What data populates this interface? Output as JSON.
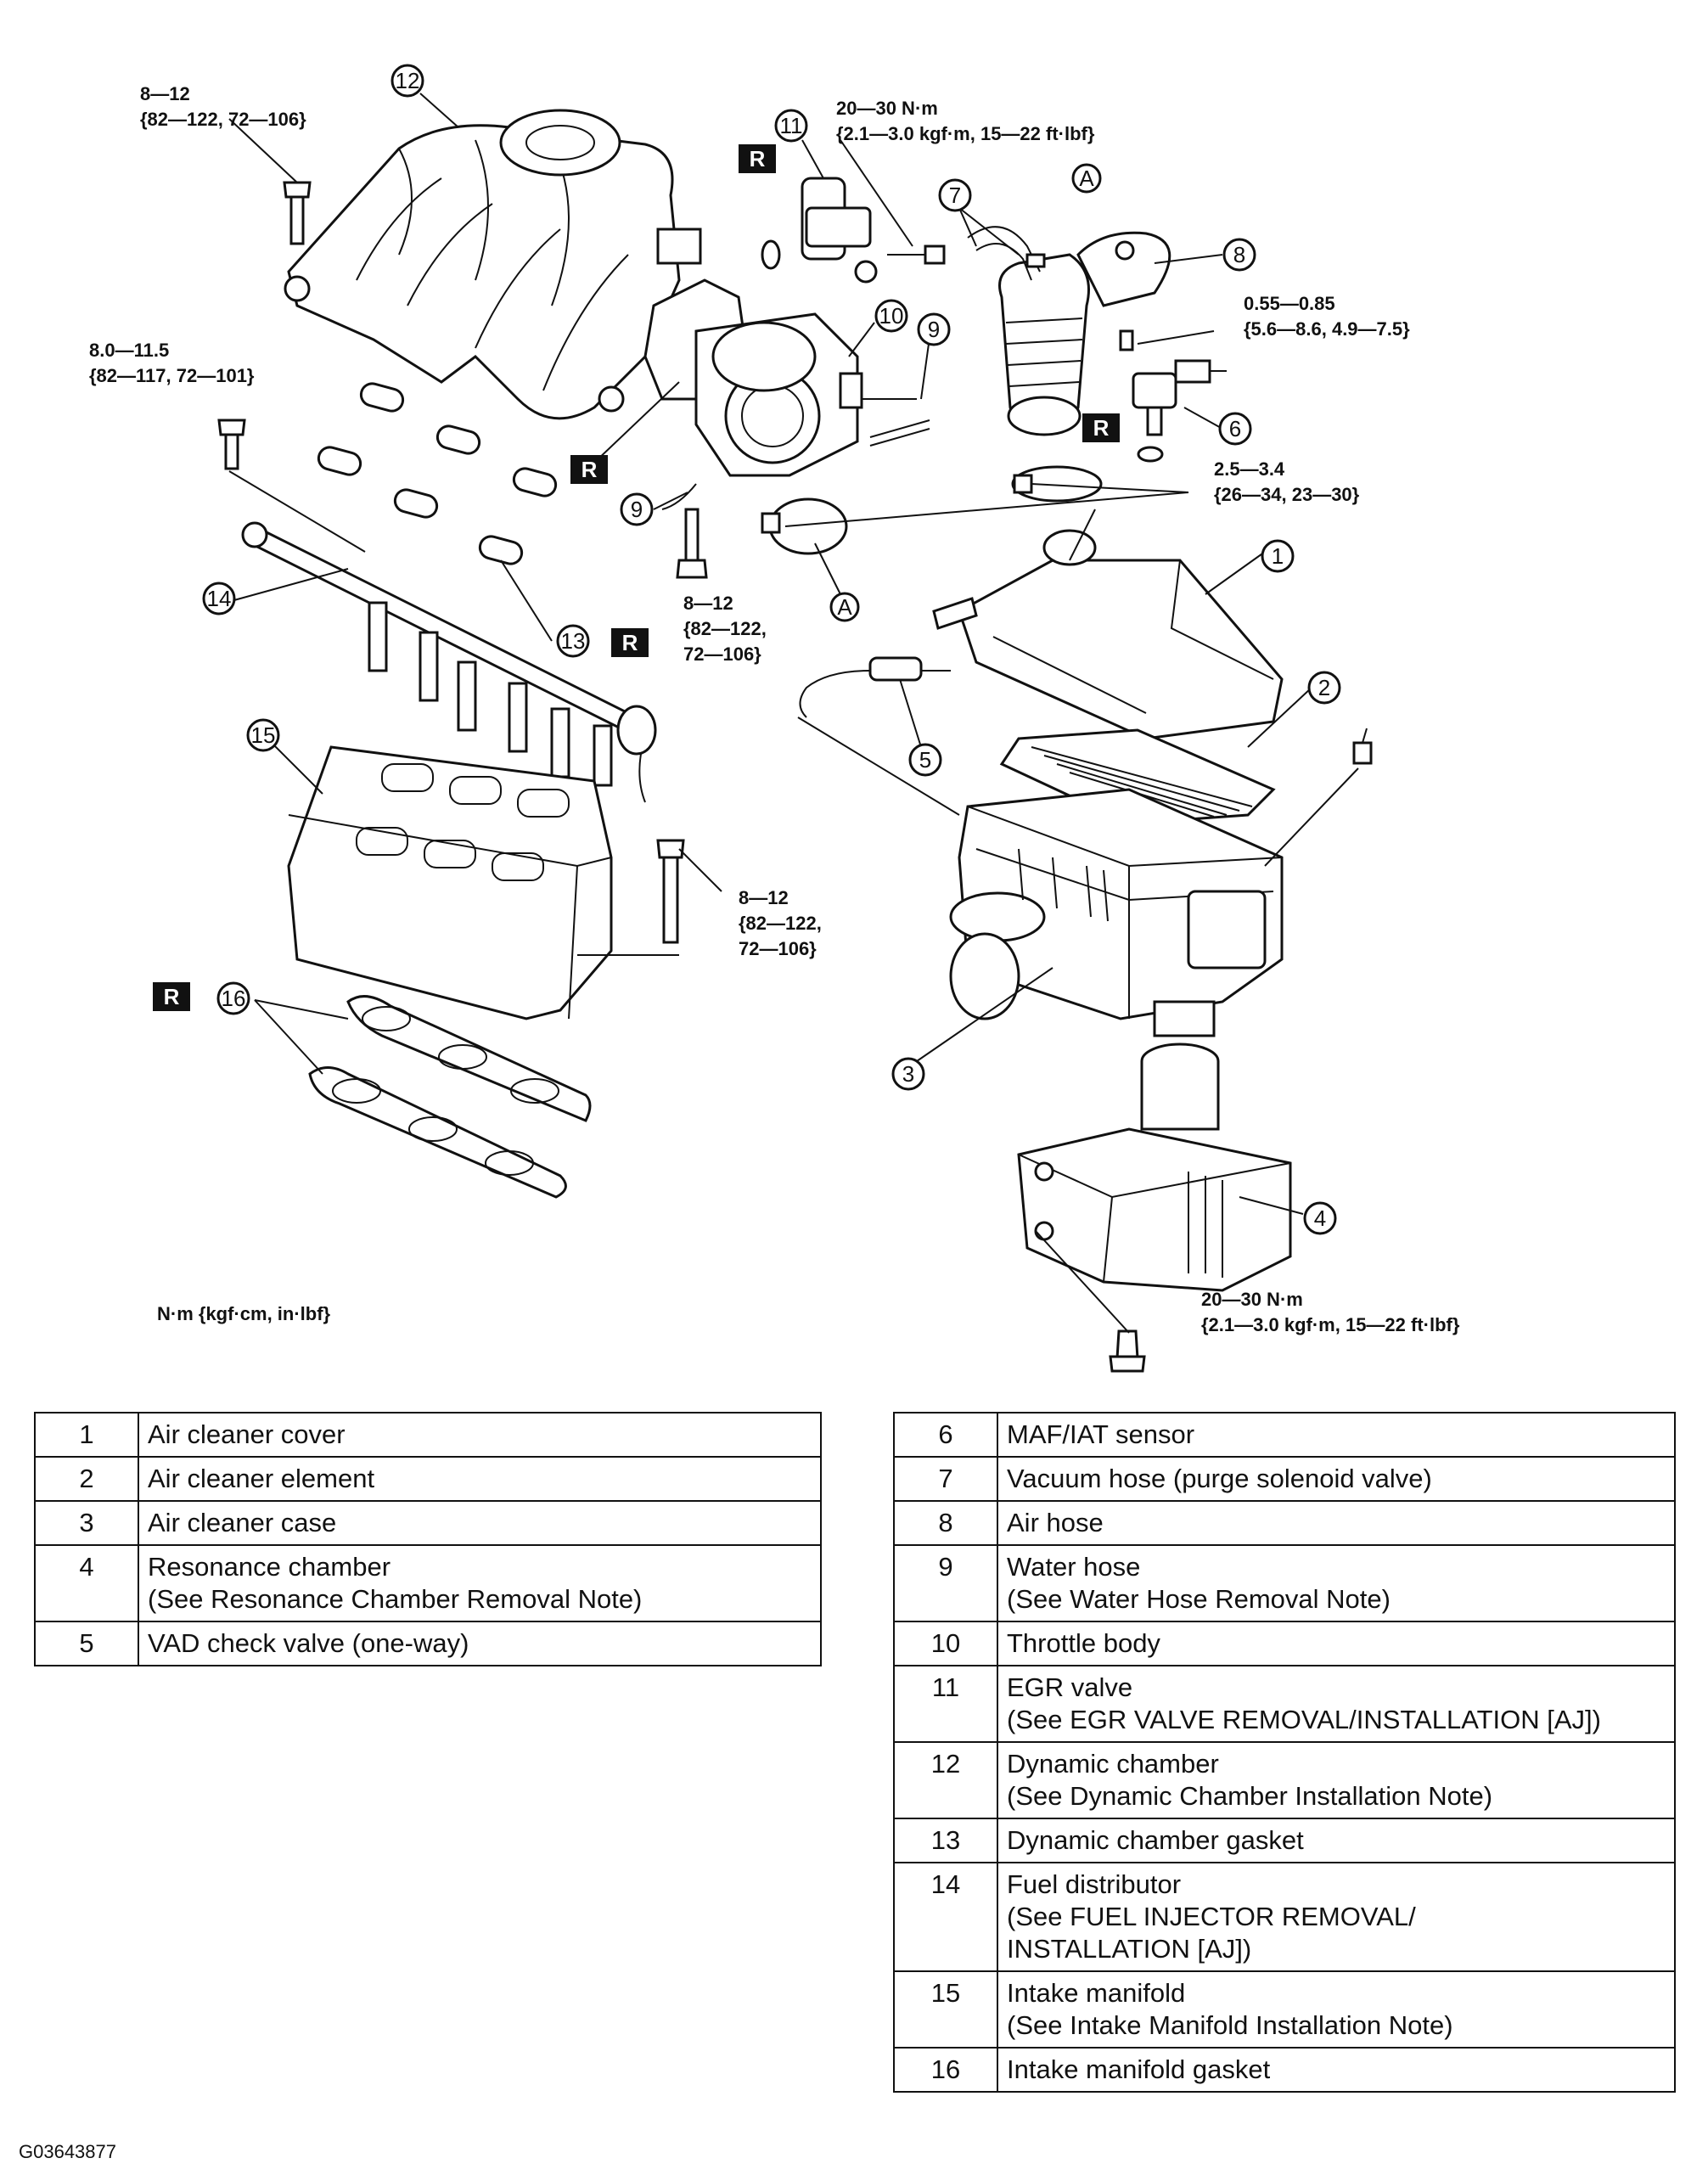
{
  "diagram": {
    "callouts": [
      "1",
      "2",
      "3",
      "4",
      "5",
      "6",
      "7",
      "8",
      "9",
      "10",
      "11",
      "12",
      "13",
      "14",
      "15",
      "16"
    ],
    "reference_marks": {
      "A": "A",
      "R": "R"
    },
    "torque_specs": [
      {
        "line1": "8—12",
        "line2": "{82—122, 72—106}"
      },
      {
        "line1": "20—30 N·m",
        "line2": "{2.1—3.0 kgf·m, 15—22 ft·lbf}"
      },
      {
        "line1": "0.55—0.85",
        "line2": "{5.6—8.6, 4.9—7.5}"
      },
      {
        "line1": "8.0—11.5",
        "line2": "{82—117, 72—101}"
      },
      {
        "line1": "2.5—3.4",
        "line2": "{26—34, 23—30}"
      },
      {
        "line1": "8—12",
        "line2": "{82—122,",
        "line3": "72—106}"
      },
      {
        "line1": "8—12",
        "line2": "{82—122,",
        "line3": "72—106}"
      },
      {
        "line1": "20—30 N·m",
        "line2": "{2.1—3.0 kgf·m, 15—22 ft·lbf}"
      }
    ],
    "unit_note": "N·m {kgf·cm, in·lbf}"
  },
  "parts_left": [
    {
      "num": "1",
      "lines": [
        "Air cleaner cover"
      ]
    },
    {
      "num": "2",
      "lines": [
        "Air cleaner element"
      ]
    },
    {
      "num": "3",
      "lines": [
        "Air cleaner case"
      ]
    },
    {
      "num": "4",
      "lines": [
        "Resonance chamber",
        "(See Resonance Chamber Removal Note)"
      ]
    },
    {
      "num": "5",
      "lines": [
        "VAD check valve (one-way)"
      ]
    }
  ],
  "parts_right": [
    {
      "num": "6",
      "lines": [
        "MAF/IAT sensor"
      ]
    },
    {
      "num": "7",
      "lines": [
        "Vacuum hose (purge solenoid valve)"
      ]
    },
    {
      "num": "8",
      "lines": [
        "Air hose"
      ]
    },
    {
      "num": "9",
      "lines": [
        "Water hose",
        "(See Water Hose Removal Note)"
      ]
    },
    {
      "num": "10",
      "lines": [
        "Throttle body"
      ]
    },
    {
      "num": "11",
      "lines": [
        "EGR valve",
        "(See EGR VALVE REMOVAL/INSTALLATION [AJ])"
      ]
    },
    {
      "num": "12",
      "lines": [
        "Dynamic chamber",
        "(See Dynamic Chamber Installation Note)"
      ]
    },
    {
      "num": "13",
      "lines": [
        "Dynamic chamber gasket"
      ]
    },
    {
      "num": "14",
      "lines": [
        "Fuel distributor",
        "(See FUEL INJECTOR REMOVAL/",
        "INSTALLATION [AJ])"
      ]
    },
    {
      "num": "15",
      "lines": [
        "Intake manifold",
        "(See Intake Manifold Installation Note)"
      ]
    },
    {
      "num": "16",
      "lines": [
        "Intake manifold gasket"
      ]
    }
  ],
  "figure_id": "G03643877"
}
